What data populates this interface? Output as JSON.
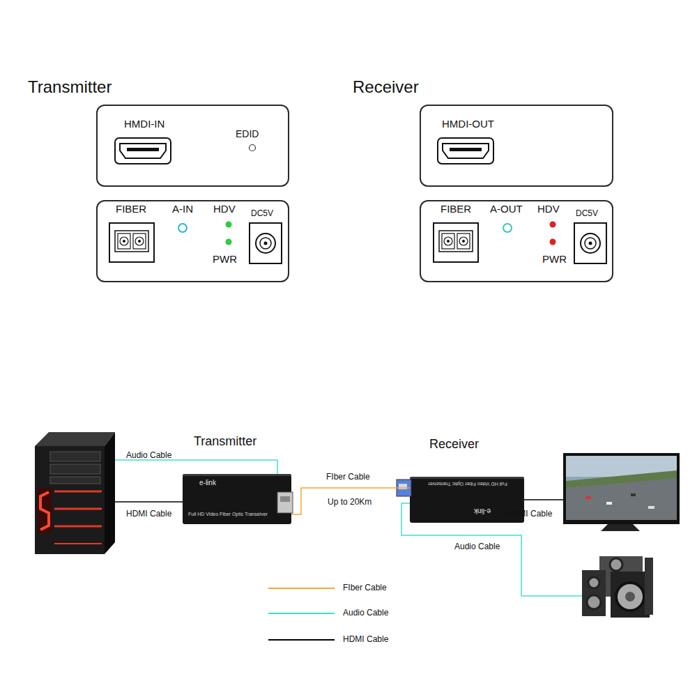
{
  "diagram": {
    "nodes": [
      {
        "text": [
          "Transmitter",
          "HMDI-IN",
          "EDID"
        ]
      },
      {
        "text": [
          "FIBER",
          "A-IN",
          "HDV",
          "PWR",
          "DC5V"
        ]
      },
      {
        "text": [
          "Receiver",
          "HMDI-OUT"
        ]
      },
      {
        "text": [
          "FIBER",
          "A-OUT",
          "HDV",
          "PWR",
          "DC5V"
        ]
      },
      {
        "text": [
          "Transmitter",
          "e-link",
          "Full HD Video Fiber Optic Transeiver"
        ]
      },
      {
        "text": [
          "Receiver",
          "Full HD Video Fiber Optic Transeiver",
          "e-link"
        ]
      }
    ],
    "edges": [
      {
        "from": 4,
        "to": 5,
        "label": "FIber Cable",
        "arrow": "none"
      }
    ],
    "labels": [
      "Audio Cable",
      "HDMI Cable",
      "Up to 20Km",
      "HDMI Cable",
      "Audio Cable"
    ],
    "legend": [
      {
        "text": "FIber Cable",
        "color": "#f0a830"
      },
      {
        "text": "Audio Cable",
        "color": "#40e0d0"
      },
      {
        "text": "HDMI Cable",
        "color": "#000000"
      }
    ]
  }
}
